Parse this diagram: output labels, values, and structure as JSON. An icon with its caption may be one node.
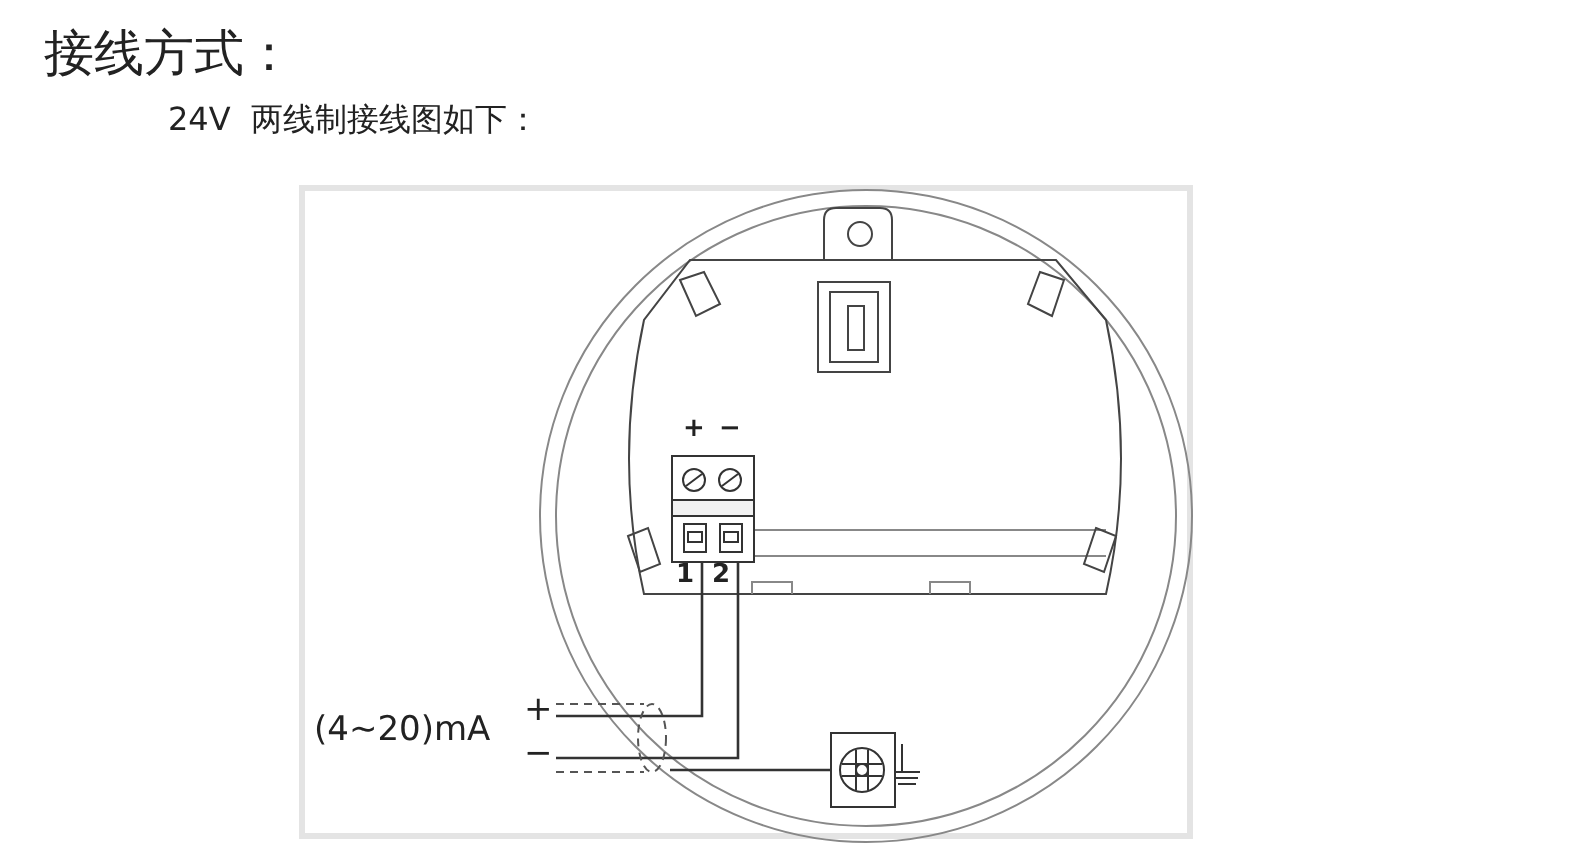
{
  "diagram": {
    "title": "接线方式：",
    "nodes": [
      {
        "text": [
          "+",
          "1"
        ]
      },
      {
        "text": [
          "−",
          "2"
        ]
      },
      {
        "text": [],
        "shape": "box"
      },
      {
        "text": [],
        "shape": "picture"
      }
    ],
    "edges": [
      {
        "from": 2,
        "to": 0,
        "arrow": "none"
      },
      {
        "from": 2,
        "to": 1,
        "arrow": "none"
      },
      {
        "from": 2,
        "to": 3,
        "arrow": "none"
      }
    ],
    "labels": [
      "24V  两线制接线图如下：",
      "(4~20)mA",
      "+",
      "−"
    ]
  }
}
